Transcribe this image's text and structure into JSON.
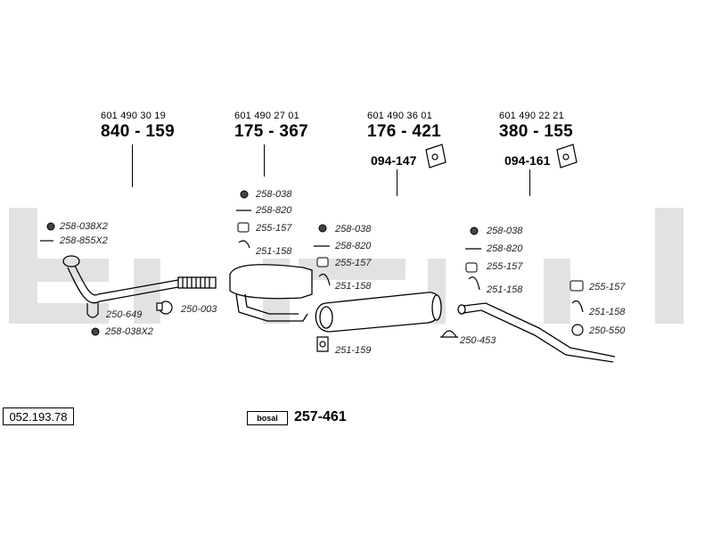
{
  "watermark": "bosal",
  "assemblies": [
    {
      "oem": "601 490 30 19",
      "code": "840 - 159",
      "sub": ""
    },
    {
      "oem": "601 490 27 01",
      "code": "175 - 367",
      "sub": ""
    },
    {
      "oem": "601 490 36 01",
      "code": "176 - 421",
      "sub": "094-147"
    },
    {
      "oem": "601 490 22 21",
      "code": "380 - 155",
      "sub": "094-161"
    }
  ],
  "labels": {
    "g1": [
      "258-038X2",
      "258-855X2",
      "250-649",
      "250-003",
      "258-038X2"
    ],
    "g2": [
      "258-038",
      "258-820",
      "255-157",
      "251-158"
    ],
    "g3": [
      "258-038",
      "258-820",
      "255-157",
      "251-158",
      "251-159"
    ],
    "g4": [
      "258-038",
      "258-820",
      "255-157",
      "251-158",
      "250-453"
    ],
    "g5": [
      "255-157",
      "251-158",
      "250-550"
    ]
  },
  "reference": "052.193.78",
  "logo": {
    "text": "bosal",
    "code": "257-461"
  }
}
